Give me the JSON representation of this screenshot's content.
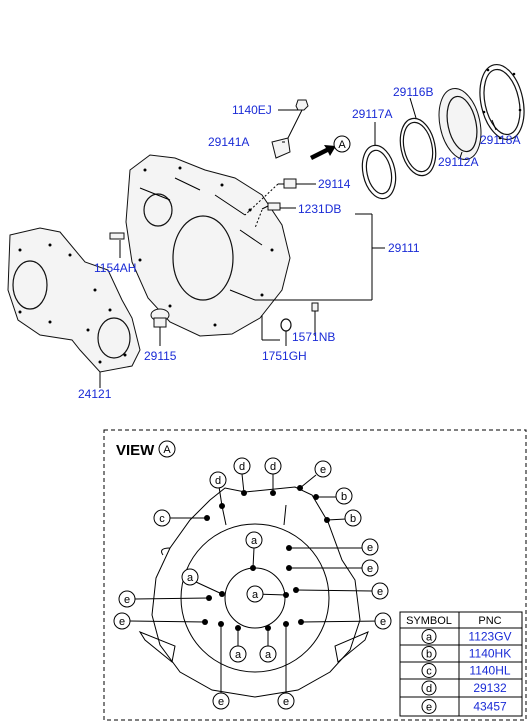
{
  "callouts": {
    "c1140EJ": "1140EJ",
    "c29141A": "29141A",
    "c29117A": "29117A",
    "c29116B": "29116B",
    "c29118A": "29118A",
    "c29112A": "29112A",
    "c29114": "29114",
    "c1231DB": "1231DB",
    "c29111": "29111",
    "c1154AH": "1154AH",
    "c29115": "29115",
    "c1571NB": "1571NB",
    "c1751GH": "1751GH",
    "c24121": "24121"
  },
  "view_marker": "A",
  "view": {
    "title": "VIEW",
    "letter": "A"
  },
  "bubbles": {
    "a": "a",
    "b": "b",
    "c": "c",
    "d": "d",
    "e": "e"
  },
  "symbol_table": {
    "header_symbol": "SYMBOL",
    "header_pnc": "PNC",
    "rows": [
      {
        "symbol": "a",
        "pnc": "1123GV"
      },
      {
        "symbol": "b",
        "pnc": "1140HK"
      },
      {
        "symbol": "c",
        "pnc": "1140HL"
      },
      {
        "symbol": "d",
        "pnc": "29132"
      },
      {
        "symbol": "e",
        "pnc": "43457"
      }
    ]
  }
}
